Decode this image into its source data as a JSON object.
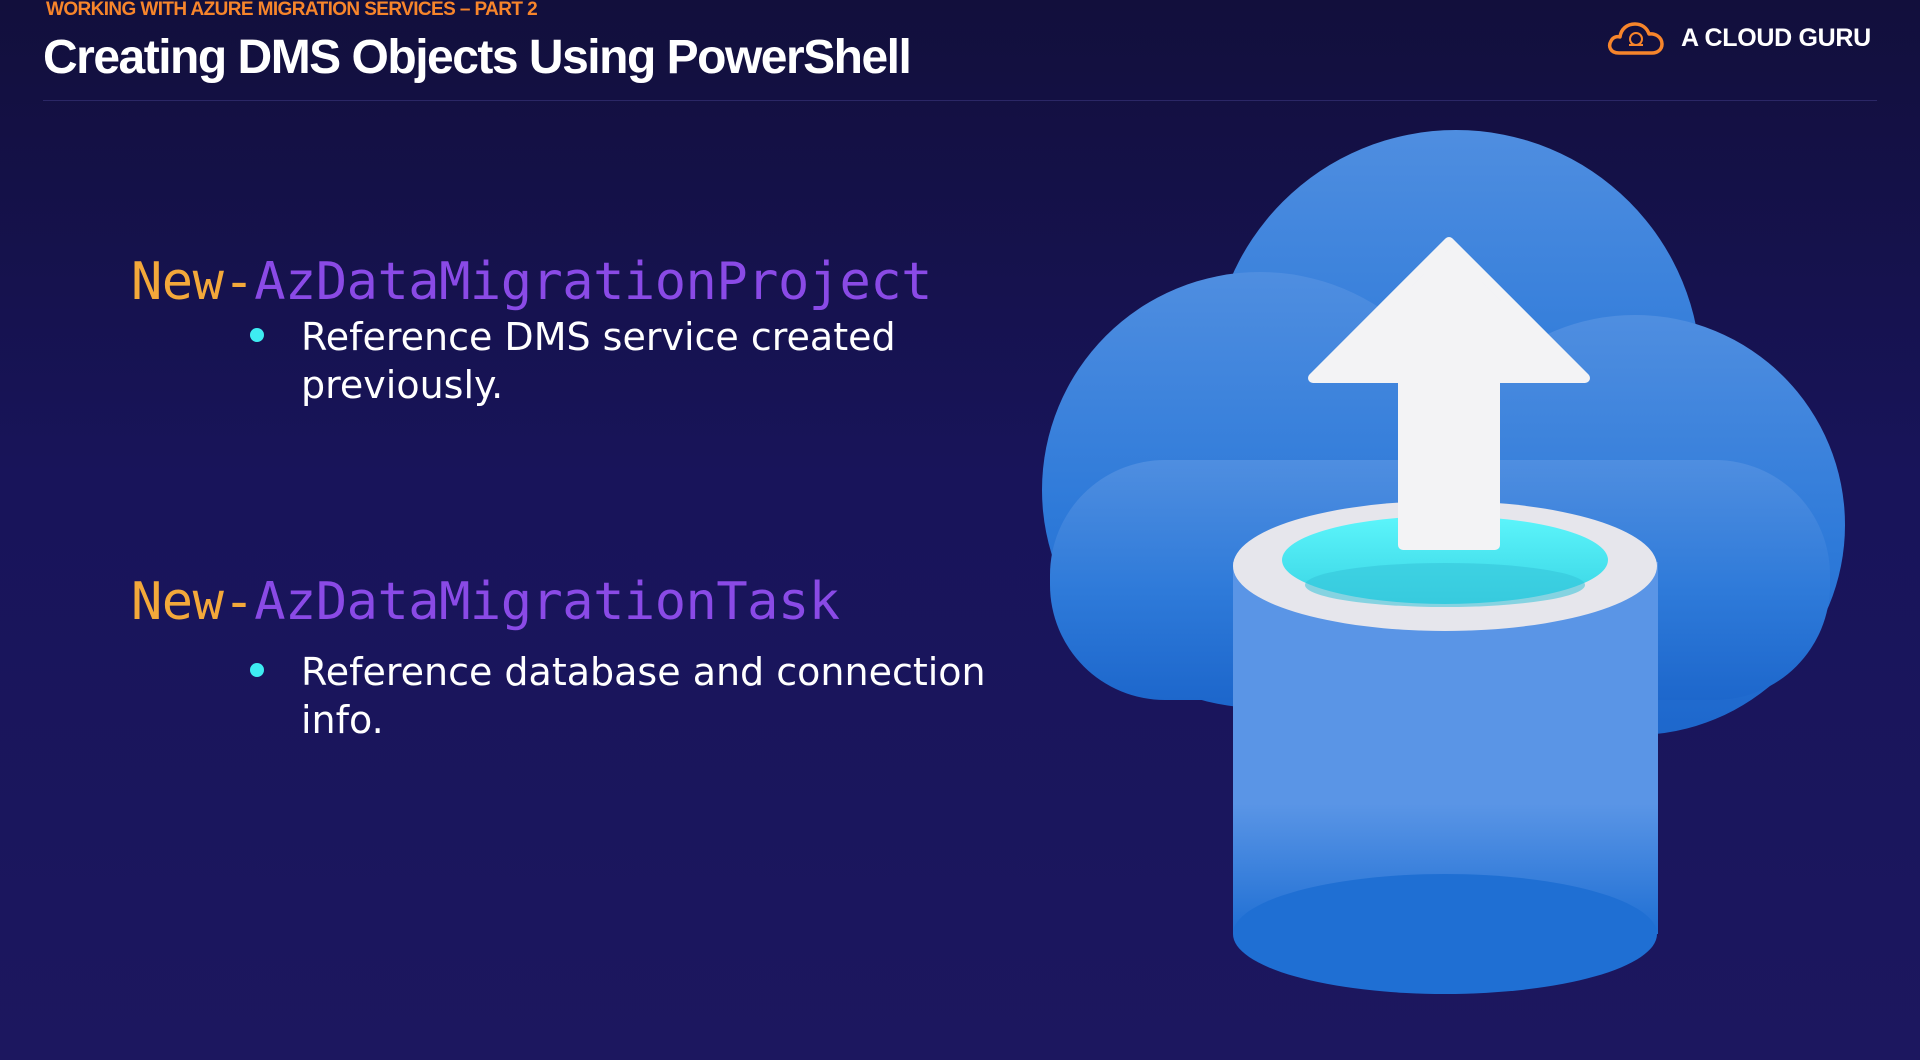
{
  "header": {
    "eyebrow": "WORKING WITH AZURE MIGRATION SERVICES – PART 2",
    "title": "Creating DMS Objects Using PowerShell"
  },
  "brand": {
    "name": "A CLOUD GURU",
    "icon": "cloud-logo-icon",
    "accent_color": "#f7852b"
  },
  "commands": [
    {
      "verb": "New",
      "separator": "-",
      "noun": "AzDataMigrationProject",
      "bullet": "Reference DMS service created previously."
    },
    {
      "verb": "New",
      "separator": "-",
      "noun": "AzDataMigrationTask",
      "bullet": "Reference database and connection info."
    }
  ],
  "colors": {
    "background": "#18145a",
    "verb": "#f3a83a",
    "noun": "#8a4ae6",
    "bullet_dot": "#3eecf2"
  },
  "illustration": {
    "icon": "cloud-database-upload-icon"
  }
}
